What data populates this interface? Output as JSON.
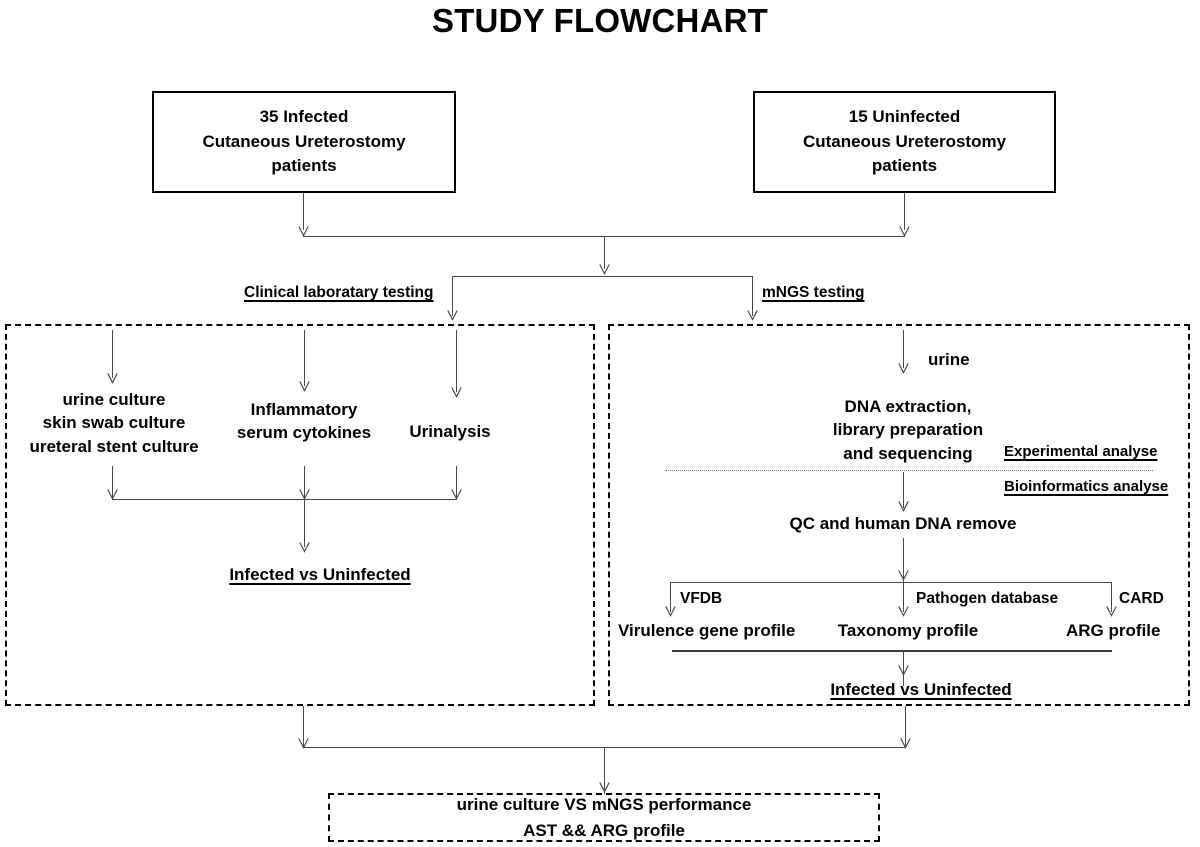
{
  "title": "STUDY FLOWCHART",
  "cohorts": [
    {
      "id": "infected",
      "line1": "35 Infected",
      "line2": "Cutaneous Ureterostomy",
      "line3": "patients"
    },
    {
      "id": "uninfected",
      "line1": "15 Uninfected",
      "line2": "Cutaneous Ureterostomy",
      "line3": "patients"
    }
  ],
  "branch_labels": {
    "clinical": "Clinical laboratary testing",
    "mngs": "mNGS testing"
  },
  "clinical_branch": {
    "tests": [
      {
        "line1": "urine culture",
        "line2": "skin swab culture",
        "line3": "ureteral stent culture"
      },
      {
        "line1": "Inflammatory",
        "line2": "serum cytokines",
        "line3": ""
      },
      {
        "line1": "Urinalysis",
        "line2": "",
        "line3": ""
      }
    ],
    "comparison": "Infected  vs  Uninfected"
  },
  "mngs_branch": {
    "sample": "urine",
    "wetlab_line1": "DNA extraction,",
    "wetlab_line2": "library preparation",
    "wetlab_line3": "and sequencing",
    "phase_tags": {
      "experimental": "Experimental analyse",
      "bioinformatics": "Bioinformatics analyse"
    },
    "qc_step": "QC and human DNA remove",
    "databases": {
      "left": "VFDB",
      "center": "Pathogen database",
      "right": "CARD"
    },
    "profiles": {
      "left": "Virulence gene profile",
      "center": "Taxonomy profile",
      "right": "ARG profile"
    },
    "comparison": "Infected  vs  Uninfected"
  },
  "final_outcome": {
    "line1": "urine culture   VS   mNGS performance",
    "line2": "AST   &&   ARG profile"
  },
  "colors": {
    "stroke": "#000000",
    "line": "#4a4a4a",
    "background": "#ffffff"
  }
}
